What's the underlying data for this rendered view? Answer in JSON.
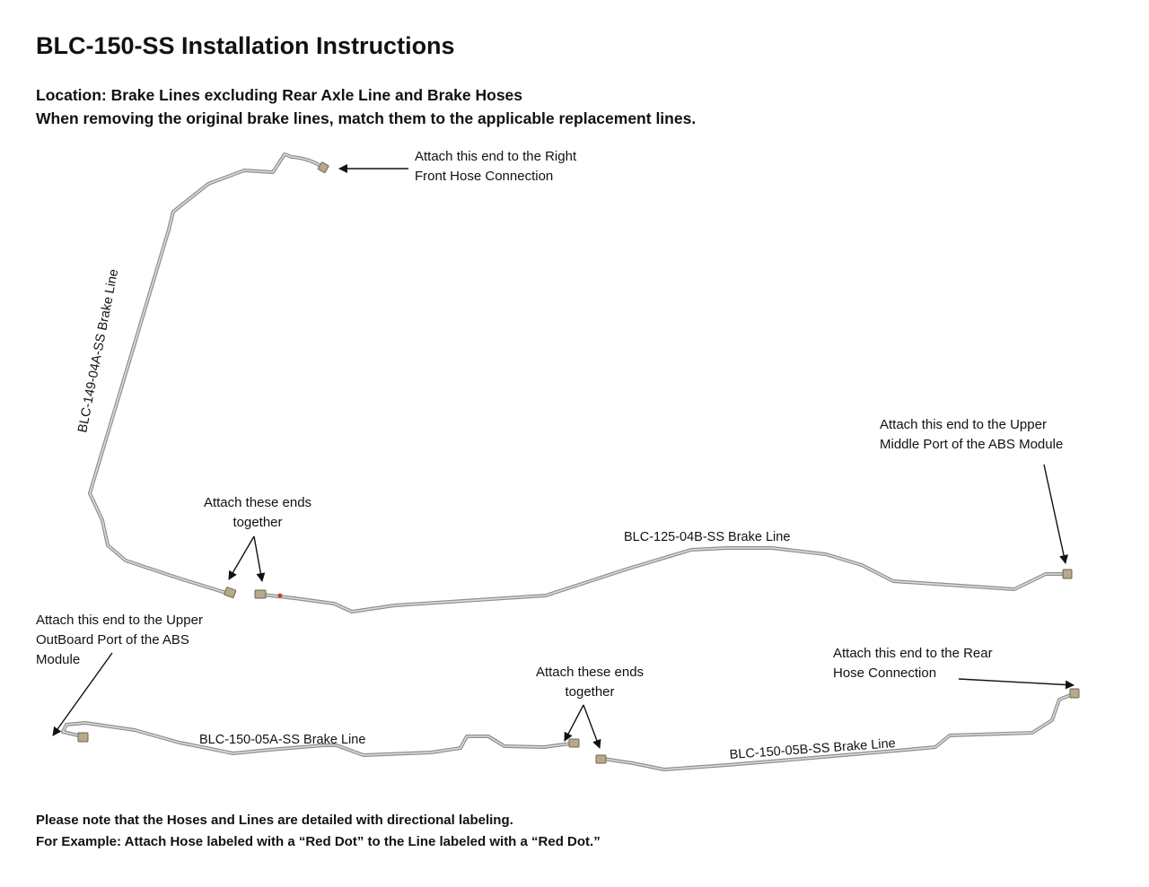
{
  "title": "BLC-150-SS Installation Instructions",
  "subtitle_location": "Location: Brake Lines excluding Rear Axle Line and Brake Hoses",
  "subtitle_instruction": "When removing the original brake lines, match them to the applicable replacement lines.",
  "callouts": {
    "right_front": [
      "Attach this end to the Right",
      "Front Hose Connection"
    ],
    "abs_middle": [
      "Attach this end to the Upper",
      "Middle Port of the ABS Module"
    ],
    "join_top": [
      "Attach these ends",
      "together"
    ],
    "abs_outboard": [
      "Attach this end to the Upper",
      "OutBoard Port of the ABS",
      "Module"
    ],
    "join_bottom": [
      "Attach these ends",
      "together"
    ],
    "rear_hose": [
      "Attach this end to the Rear",
      "Hose Connection"
    ]
  },
  "line_labels": {
    "blc_149_04a": "BLC-149-04A-SS Brake Line",
    "blc_125_04b": "BLC-125-04B-SS Brake Line",
    "blc_150_05a": "BLC-150-05A-SS Brake Line",
    "blc_150_05b": "BLC-150-05B-SS Brake Line"
  },
  "footer": {
    "line1": "Please note that the Hoses and Lines are detailed with directional labeling.",
    "line2": "For Example: Attach Hose labeled with a “Red Dot” to the Line labeled with a “Red Dot.”"
  },
  "colors": {
    "tube": "#8e8e8e",
    "tube_highlight": "#dcdcdc",
    "fitting": "#b7a98a",
    "red_dot": "#d2303a",
    "arrow": "#111111"
  }
}
